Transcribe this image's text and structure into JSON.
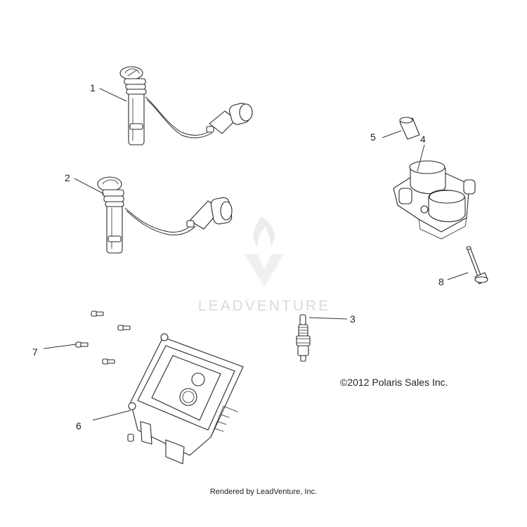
{
  "watermark": {
    "text": "LEADVENTURE"
  },
  "callouts": {
    "c1": "1",
    "c2": "2",
    "c3": "3",
    "c4": "4",
    "c5": "5",
    "c6": "6",
    "c7": "7",
    "c8": "8"
  },
  "copyright": "©2012 Polaris Sales Inc.",
  "footer": "Rendered by LeadVenture, Inc."
}
